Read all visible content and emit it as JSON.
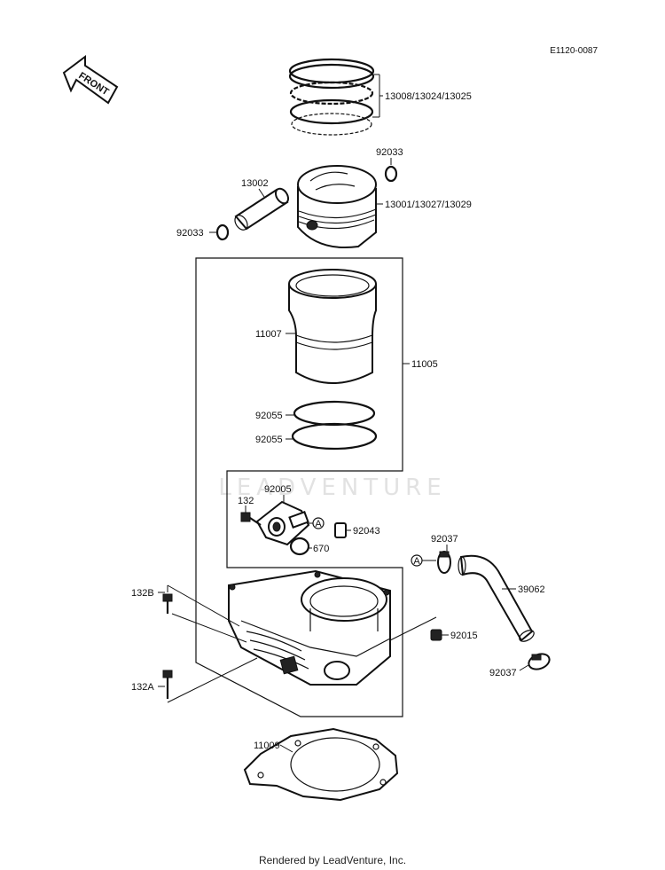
{
  "diagram_code": "E1120-0087",
  "front_label": "FRONT",
  "watermark": "LEADVENTURE",
  "footer": "Rendered by LeadVenture, Inc.",
  "ref_marker": "A",
  "parts": {
    "piston_rings": "13008/13024/13025",
    "circlip_right": "92033",
    "piston_pin": "13002",
    "piston": "13001/13027/13029",
    "circlip_left": "92033",
    "cylinder_sleeve": "11007",
    "cylinder_assembly": "11005",
    "oring_upper": "92055",
    "oring_lower": "92055",
    "water_fitting": "92005",
    "bolt_fitting": "132",
    "oring_fitting": "670",
    "dowel_pin": "92043",
    "hose_clamp_upper": "92037",
    "water_hose": "39062",
    "bolt_132b": "132B",
    "cap_nut": "92015",
    "hose_clamp_lower": "92037",
    "bolt_132a": "132A",
    "head_gasket": "11009"
  }
}
